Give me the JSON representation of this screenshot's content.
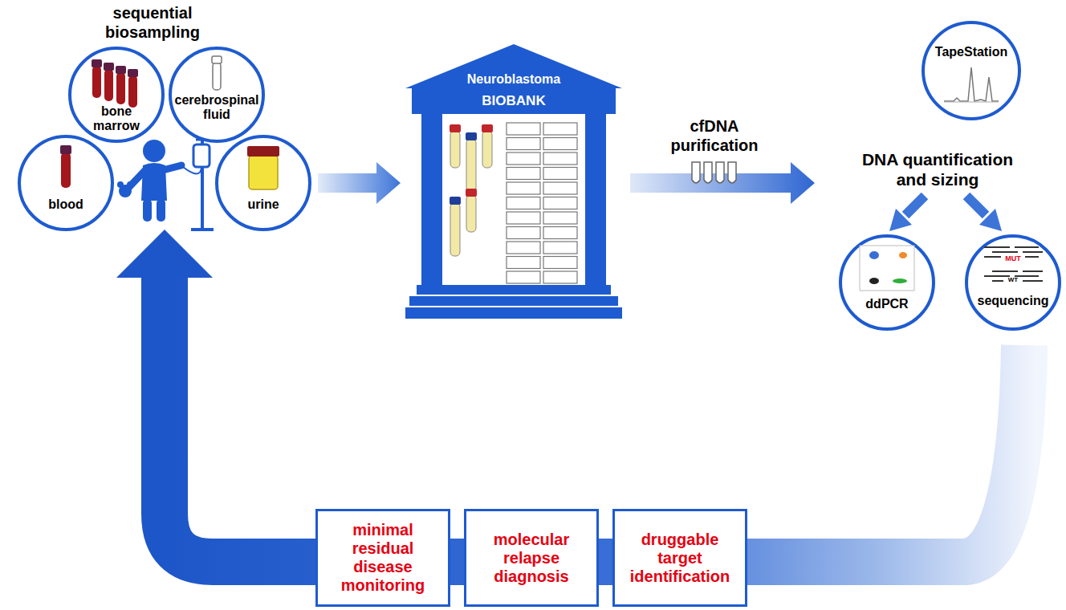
{
  "diagram": {
    "nodes": [
      {
        "text": [
          "bone marrow"
        ]
      },
      {
        "text": [
          "cerebrospinal fluid"
        ]
      },
      {
        "text": [
          "blood"
        ]
      },
      {
        "text": [
          "urine"
        ]
      },
      {
        "text": [
          "Neuroblastoma",
          "BIOBANK"
        ]
      },
      {
        "text": [
          "TapeStation"
        ]
      },
      {
        "text": [
          "ddPCR"
        ]
      },
      {
        "text": [
          "sequencing"
        ]
      },
      {
        "text": [
          "minimal residual disease monitoring"
        ]
      },
      {
        "text": [
          "molecular relapse diagnosis"
        ]
      },
      {
        "text": [
          "druggable target identification"
        ]
      }
    ],
    "edges": [
      {
        "from": 3,
        "to": 4,
        "arrow": "to"
      }
    ],
    "labels": [
      "sequential biosampling",
      "cfDNA purification",
      "DNA quantification and sizing",
      "MUT",
      "WT"
    ]
  }
}
